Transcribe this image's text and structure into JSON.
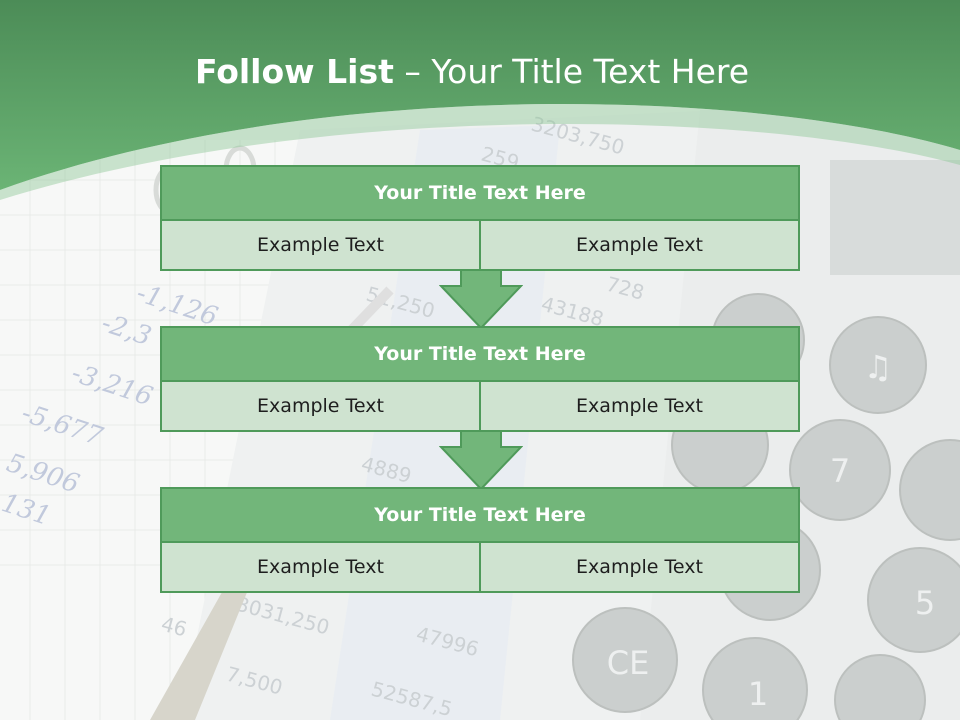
{
  "slide": {
    "title_bold": "Follow List",
    "title_rest": " – Your Title Text Here",
    "steps": [
      {
        "title": "Your Title Text Here",
        "left": "Example Text",
        "right": "Example Text"
      },
      {
        "title": "Your Title Text Here",
        "left": "Example Text",
        "right": "Example Text"
      },
      {
        "title": "Your Title Text Here",
        "left": "Example Text",
        "right": "Example Text"
      }
    ]
  },
  "background_art": {
    "handwritten_numbers": [
      "-1,126",
      "-2,3",
      "-3,216",
      "-5,677",
      "5,906",
      "131"
    ],
    "printed_numbers": [
      "3203,750",
      "259",
      "51,250",
      "43188",
      "728",
      "4889",
      "3031,250",
      "47996",
      "52587,5",
      "46",
      "7,500"
    ],
    "calculator_keys": [
      "♫",
      "7",
      "5",
      "CE",
      "1"
    ]
  },
  "colors": {
    "banner_dark": "#4c8c57",
    "banner_light": "#6bb475",
    "header_fill": "#72b67a",
    "border": "#4f9a5a",
    "cell_fill": "#cfe3d0"
  }
}
